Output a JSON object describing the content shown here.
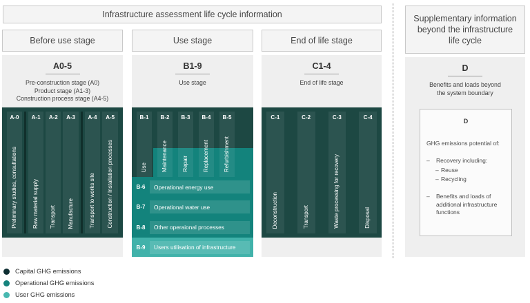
{
  "header": {
    "title": "Infrastructure assessment life cycle information"
  },
  "dash": "–",
  "columns": [
    {
      "stage_title": "Before use stage",
      "code": "A0-5",
      "desc_lines": [
        "Pre-construction stage (A0)",
        "Product stage (A1-3)",
        "Construction process stage (A4-5)"
      ],
      "groups": [
        {
          "items": [
            {
              "code": "A-0",
              "label": "Preliminary studies, consultations"
            }
          ]
        },
        {
          "items": [
            {
              "code": "A-1",
              "label": "Raw material supply"
            },
            {
              "code": "A-2",
              "label": "Transport"
            },
            {
              "code": "A-3",
              "label": "Manufacture"
            }
          ]
        },
        {
          "items": [
            {
              "code": "A-4",
              "label": "Transport to works site"
            },
            {
              "code": "A-5",
              "label": "Construction / Installation processes"
            }
          ]
        }
      ]
    },
    {
      "stage_title": "Use stage",
      "code": "B1-9",
      "desc_lines": [
        "Use stage"
      ],
      "top_items": [
        {
          "code": "B-1",
          "label": "Use"
        },
        {
          "code": "B-2",
          "label": "Maintenance"
        },
        {
          "code": "B-3",
          "label": "Repair"
        },
        {
          "code": "B-4",
          "label": "Replacement"
        },
        {
          "code": "B-5",
          "label": "Refurbishment"
        }
      ],
      "rows": [
        {
          "code": "B-6",
          "label": "Operational energy use"
        },
        {
          "code": "B-7",
          "label": "Operational water use"
        },
        {
          "code": "B-8",
          "label": "Other operaional processes"
        },
        {
          "code": "B-9",
          "label": "Users utilisation of infrastructure"
        }
      ]
    },
    {
      "stage_title": "End of life stage",
      "code": "C1-4",
      "desc_lines": [
        "End of life stage"
      ],
      "groups": [
        {
          "items": [
            {
              "code": "C-1",
              "label": "Deconstruction"
            }
          ]
        },
        {
          "items": [
            {
              "code": "C-2",
              "label": "Transport"
            }
          ]
        },
        {
          "items": [
            {
              "code": "C-3",
              "label": "Waste processing for recovery"
            }
          ]
        },
        {
          "items": [
            {
              "code": "C-4",
              "label": "Disposal"
            }
          ]
        }
      ]
    }
  ],
  "supplementary": {
    "stage_title": "Supplementary information beyond the infrastructure life cycle",
    "code": "D",
    "desc_lines": [
      "Benefits and loads beyond",
      "the system boundary"
    ],
    "box": {
      "code": "D",
      "intro": "GHG emissions potential of:",
      "bullets": [
        {
          "text": "Recovery including:",
          "subs": [
            "Reuse",
            "Recycling"
          ]
        },
        {
          "text": "Benefits and loads of additional infrastructure functions",
          "subs": []
        }
      ]
    }
  },
  "legend": [
    {
      "label": "Capital GHG emissions",
      "color": "#0f2f33"
    },
    {
      "label": "Operational GHG emissions",
      "color": "#16837d"
    },
    {
      "label": "User GHG emissions",
      "color": "#48b8b0"
    }
  ],
  "colors": {
    "capital_block": "#1d4843",
    "operational": "#13837c",
    "user": "#41b2aa",
    "panel_bg": "#efefef",
    "box_border": "#c9c9c9"
  }
}
